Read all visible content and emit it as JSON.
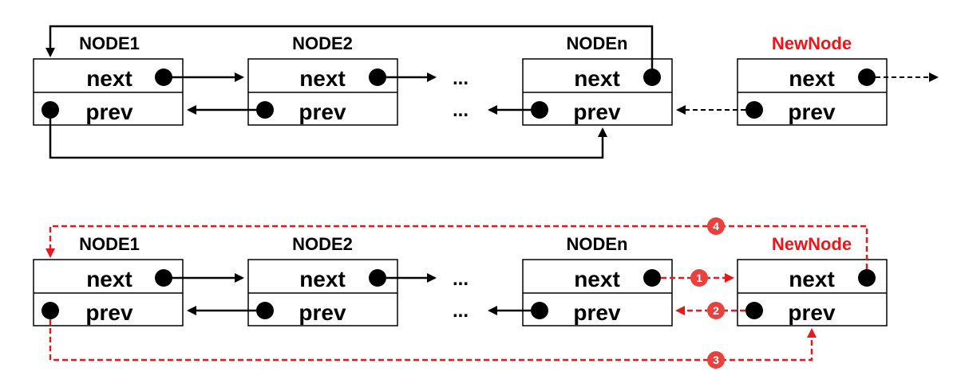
{
  "colors": {
    "black": "#000000",
    "red": "#e8191c",
    "badge": "#e8423f"
  },
  "top": {
    "nodes": [
      {
        "name": "NODE1",
        "next": "next",
        "prev": "prev"
      },
      {
        "name": "NODE2",
        "next": "next",
        "prev": "prev"
      },
      {
        "name": "NODEn",
        "next": "next",
        "prev": "prev"
      },
      {
        "name": "NewNode",
        "next": "next",
        "prev": "prev"
      }
    ],
    "ellipsis_next": "...",
    "ellipsis_prev": "..."
  },
  "bottom": {
    "nodes": [
      {
        "name": "NODE1",
        "next": "next",
        "prev": "prev"
      },
      {
        "name": "NODE2",
        "next": "next",
        "prev": "prev"
      },
      {
        "name": "NODEn",
        "next": "next",
        "prev": "prev"
      },
      {
        "name": "NewNode",
        "next": "next",
        "prev": "prev"
      }
    ],
    "ellipsis_next": "...",
    "ellipsis_prev": "...",
    "steps": [
      "1",
      "2",
      "3",
      "4"
    ]
  }
}
